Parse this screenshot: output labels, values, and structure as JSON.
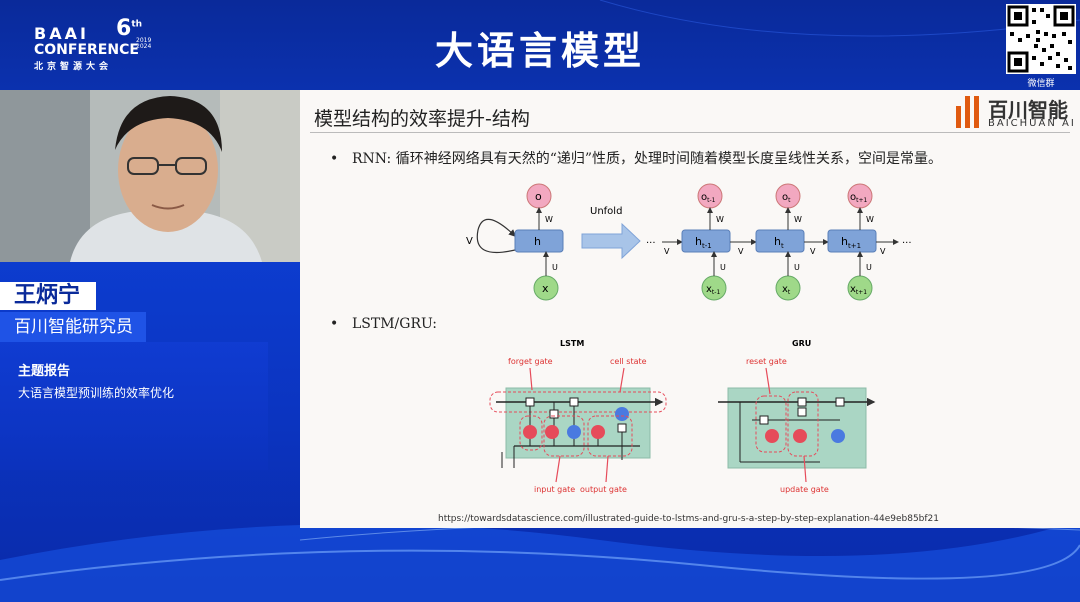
{
  "header": {
    "logo_line1": "BAAI",
    "logo_edition": "6",
    "logo_edition_suffix": "th",
    "logo_year_a": "2019",
    "logo_year_b": "2024",
    "logo_line2": "CONFERENCE",
    "logo_line3": "北京智源大会",
    "title": "大语言模型",
    "qr_label": "微信群"
  },
  "speaker": {
    "name": "王炳宁",
    "org": "百川智能研究员",
    "topic_label": "主题报告",
    "topic": "大语言模型预训练的效率优化"
  },
  "slide": {
    "title": "模型结构的效率提升-结构",
    "brand_cn": "百川智能",
    "brand_en": "BAICHUAN AI",
    "bullet1": "RNN: 循环神经网络具有天然的“递归”性质，处理时间随着模型长度呈线性关系，空间是常量。",
    "bullet2": "LSTM/GRU:",
    "source": "https://towardsdatascience.com/illustrated-guide-to-lstms-and-gru-s-a-step-by-step-explanation-44e9eb85bf21",
    "rnn": {
      "unfold": "Unfold",
      "h": "h",
      "x": "x",
      "o": "o",
      "v": "V",
      "w": "W",
      "u": "U",
      "ellipsis": "···",
      "h_prev": "h",
      "h_prev_sub": "t-1",
      "h_cur": "h",
      "h_cur_sub": "t",
      "h_next": "h",
      "h_next_sub": "t+1",
      "x_prev": "x",
      "x_cur": "x",
      "x_next": "x",
      "o_prev": "o",
      "o_cur": "o",
      "o_next": "o"
    },
    "lstm": {
      "title": "LSTM",
      "forget_gate": "forget gate",
      "cell_state": "cell state",
      "input_gate": "input gate",
      "output_gate": "output gate"
    },
    "gru": {
      "title": "GRU",
      "reset_gate": "reset gate",
      "update_gate": "update gate"
    }
  },
  "colors": {
    "accent_blue": "#1f53e6",
    "node_h": "#7fa3d8",
    "node_x": "#9fd989",
    "node_o": "#f2a8c0",
    "cell_bg": "#aad6c4",
    "gate_red": "#e64b5a",
    "gate_blue": "#4a7ae0"
  }
}
